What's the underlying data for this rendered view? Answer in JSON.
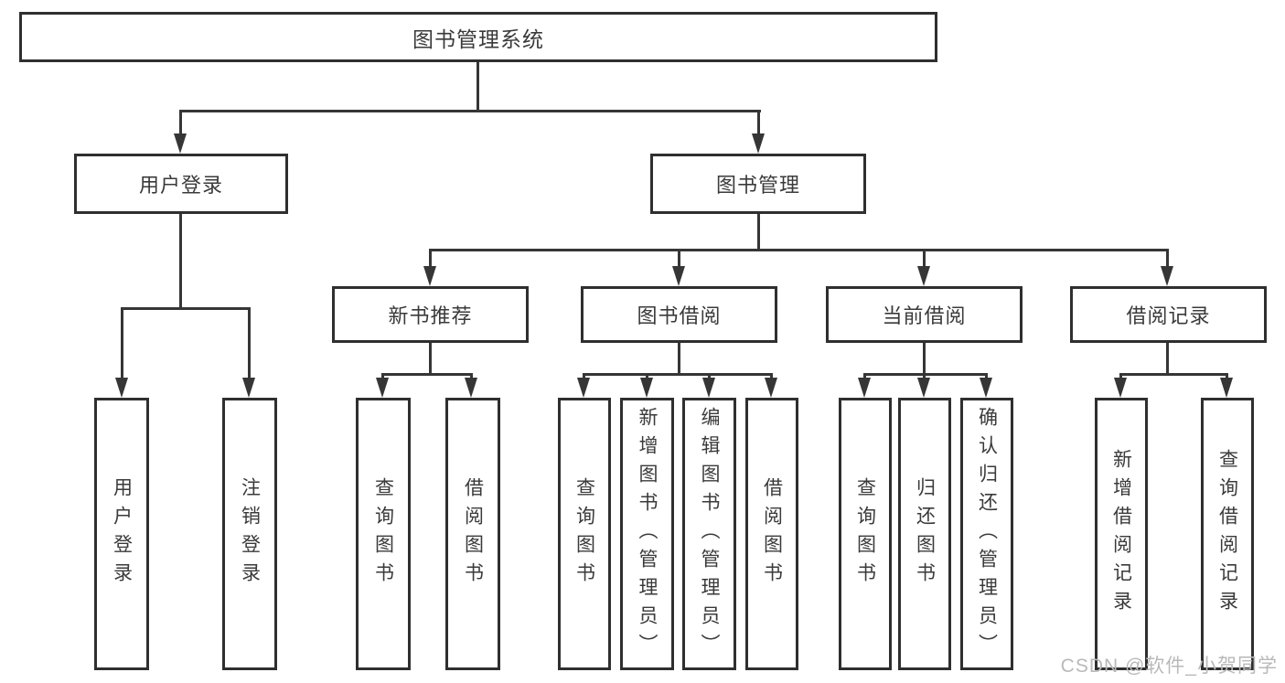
{
  "diagram": {
    "root": "图书管理系统",
    "l1": [
      {
        "label": "用户登录"
      },
      {
        "label": "图书管理"
      }
    ],
    "l2": [
      {
        "label": "新书推荐"
      },
      {
        "label": "图书借阅"
      },
      {
        "label": "当前借阅"
      },
      {
        "label": "借阅记录"
      }
    ],
    "leaves": {
      "login": [
        "用户登录",
        "注销登录"
      ],
      "newbook": [
        "查询图书",
        "借阅图书"
      ],
      "borrow": [
        "查询图书",
        "新增图书（管理员）",
        "编辑图书（管理员）",
        "借阅图书"
      ],
      "current": [
        "查询图书",
        "归还图书",
        "确认归还（管理员）"
      ],
      "records": [
        "新增借阅记录",
        "查询借阅记录"
      ]
    },
    "colors": {
      "line": "#363636",
      "border": "#2f2f2f",
      "text": "#3a3a3a",
      "watermark": "#b9b9b9",
      "background": "#ffffff"
    },
    "watermark": "CSDN @软件_小贺同学"
  }
}
